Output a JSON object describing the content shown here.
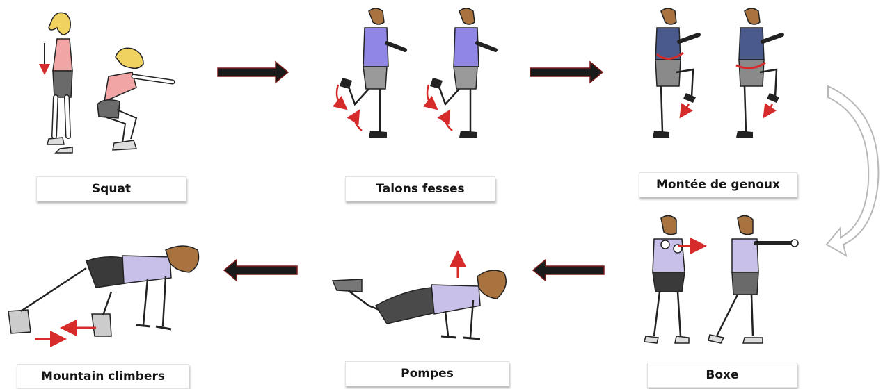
{
  "exercises": [
    {
      "label": "Squat"
    },
    {
      "label": "Talons fesses"
    },
    {
      "label": "Montée de genoux"
    },
    {
      "label": "Boxe"
    },
    {
      "label": "Pompes"
    },
    {
      "label": "Mountain climbers"
    }
  ],
  "colors": {
    "arrow_fill": "#1a1a1a",
    "arrow_edge": "#7a1a1a",
    "motion_arrow": "#d62b2b",
    "squat_shirt": "#f2a5a5",
    "talons_shirt": "#8f86e6",
    "genoux_shirt": "#4a5a8c",
    "boxe_shirt": "#c8c0e8",
    "shorts": "#6a6a6a",
    "hair": "#f0d260",
    "hair_brown": "#a8733f",
    "skin": "#ffffff",
    "loop_arrow": "#cfcfcf"
  }
}
